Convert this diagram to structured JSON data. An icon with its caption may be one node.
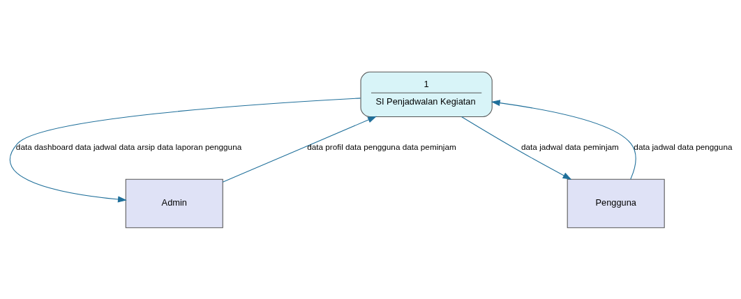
{
  "diagram": {
    "nodes": [
      {
        "text": [
          "1",
          "SI Penjadwalan Kegiatan"
        ]
      },
      {
        "text": [
          "Admin"
        ]
      },
      {
        "text": [
          "Pengguna"
        ]
      }
    ],
    "edges": [
      {
        "from": 0,
        "to": 1,
        "arrow": "to",
        "label": "data dashboard data jadwal data arsip data laporan pengguna"
      },
      {
        "from": 1,
        "to": 0,
        "arrow": "to",
        "label": "data profil data pengguna data peminjam"
      },
      {
        "from": 0,
        "to": 2,
        "arrow": "to",
        "label": "data jadwal data peminjam"
      },
      {
        "from": 2,
        "to": 0,
        "arrow": "to",
        "label": "data jadwal data pengguna"
      }
    ]
  }
}
